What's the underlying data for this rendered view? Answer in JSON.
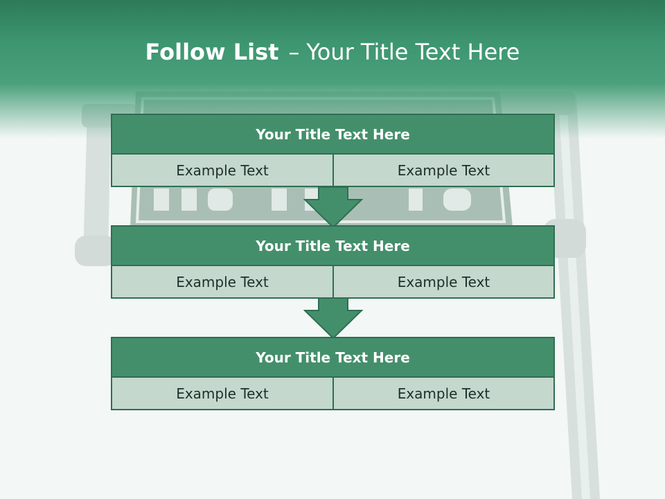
{
  "title": {
    "bold": "Follow List",
    "dash": "–",
    "rest": "Your Title Text Here"
  },
  "stages": [
    {
      "title": "Your Title Text Here",
      "left": "Example Text",
      "right": "Example Text"
    },
    {
      "title": "Your Title Text Here",
      "left": "Example Text",
      "right": "Example Text"
    },
    {
      "title": "Your Title Text Here",
      "left": "Example Text",
      "right": "Example Text"
    }
  ],
  "colors": {
    "header_green": "#3d9570",
    "stage_title_fill": "#448f6b",
    "stage_cell_fill": "#c4d8cd",
    "border": "#2f6e52"
  }
}
